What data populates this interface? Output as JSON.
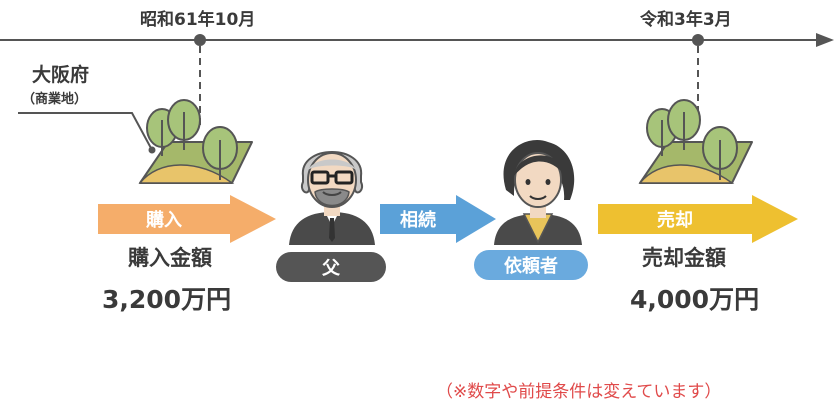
{
  "timeline": {
    "date_left": "昭和61年10月",
    "date_right": "令和3年3月"
  },
  "location": {
    "name": "大阪府",
    "sub": "（商業地）"
  },
  "flow": {
    "buy_arrow": "購入",
    "inherit_arrow": "相続",
    "sell_arrow": "売却"
  },
  "persons": {
    "father": "父",
    "client": "依頼者"
  },
  "amounts": {
    "buy_label": "購入金額",
    "buy_value": "3,200万円",
    "sell_label": "売却金額",
    "sell_value": "4,000万円"
  },
  "note": "（※数字や前提条件は変えています）",
  "colors": {
    "buy": "#f5ad6a",
    "inherit": "#5ba1d8",
    "sell": "#eec030",
    "badge_dark": "#555555",
    "badge_blue": "#6aaade",
    "note_red": "#e04a4a"
  }
}
